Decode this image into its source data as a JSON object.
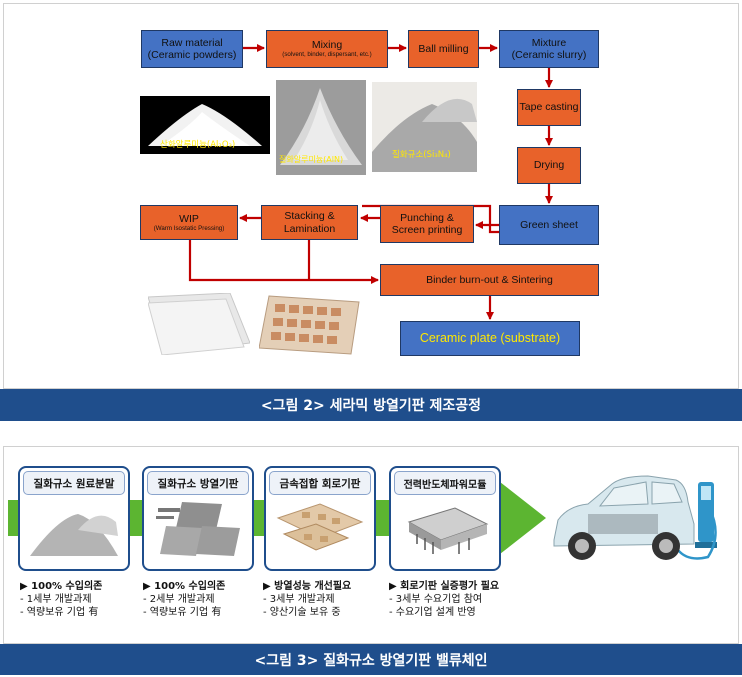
{
  "figure2": {
    "nodes": {
      "raw_material": {
        "line1": "Raw material",
        "line2": "(Ceramic powders)"
      },
      "mixing": {
        "line1": "Mixing",
        "line2": "(solvent, binder, dispersant, etc.)"
      },
      "ball_milling": {
        "line1": "Ball milling"
      },
      "mixture": {
        "line1": "Mixture",
        "line2": "(Ceramic slurry)"
      },
      "tape_casting": {
        "line1": "Tape casting"
      },
      "drying": {
        "line1": "Drying"
      },
      "green_sheet": {
        "line1": "Green sheet"
      },
      "punching": {
        "line1": "Punching &",
        "line2": "Screen printing"
      },
      "stacking": {
        "line1": "Stacking &",
        "line2": "Lamination"
      },
      "wip": {
        "line1": "WIP",
        "line2": "(Warm Isostatic Pressing)"
      },
      "binder": {
        "line1": "Binder burn-out & Sintering"
      },
      "ceramic_plate": {
        "line1": "Ceramic plate (substrate)"
      }
    },
    "photo_labels": {
      "alumina": "산화알루미늄(Al₂O₃)",
      "aln": "질화알루미늄(AlN)",
      "si3n4": "질화규소(Si₃N₄)"
    },
    "caption": "<그림 2> 세라믹 방열기판 제조공정"
  },
  "figure3": {
    "cards": [
      {
        "title": "질화규소 원료분말",
        "bullet": "▶ 100% 수입의존",
        "lines": [
          "- 1세부 개발과제",
          "- 역량보유 기업 有"
        ]
      },
      {
        "title": "질화규소 방열기판",
        "bullet": "▶ 100% 수입의존",
        "lines": [
          "- 2세부 개발과제",
          "- 역량보유 기업 有"
        ]
      },
      {
        "title": "금속접합 회로기판",
        "bullet": "▶ 방열성능 개선필요",
        "lines": [
          "- 3세부 개발과제",
          "- 양산기술 보유 중"
        ]
      },
      {
        "title": "전력반도체파워모듈",
        "bullet": "▶ 회로기판 실증평가 필요",
        "lines": [
          "- 3세부 수요기업 참여",
          "- 수요기업 설계 반영"
        ]
      }
    ],
    "caption": "<그림 3> 질화규소 방열기판 밸류체인"
  },
  "colors": {
    "process_blue": "#4472c4",
    "process_orange": "#e8622a",
    "arrow_red": "#c00000",
    "caption_bg": "#1f4e8c",
    "chain_green": "#5cb531"
  }
}
